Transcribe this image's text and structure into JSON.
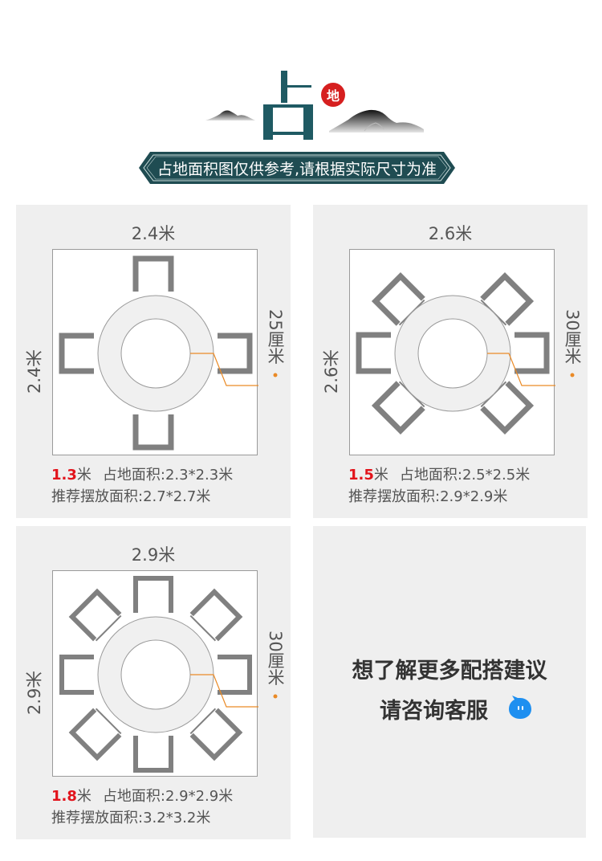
{
  "header": {
    "big_char": "占",
    "seal_char": "地",
    "banner_text": "占地面积图仅供参考,请根据实际尺寸为准",
    "colors": {
      "teal": "#1f5a63",
      "seal_red": "#d61f1f"
    }
  },
  "panels": [
    {
      "width_label": "2.4米",
      "height_label": "2.4米",
      "gap_label": "25厘米",
      "table_size": "1.3",
      "table_unit": "米",
      "footprint_label": "占地面积:2.3*2.3米",
      "recommended_label": "推荐摆放面积:2.7*2.7米",
      "chairs": 4
    },
    {
      "width_label": "2.6米",
      "height_label": "2.6米",
      "gap_label": "30厘米",
      "table_size": "1.5",
      "table_unit": "米",
      "footprint_label": "占地面积:2.5*2.5米",
      "recommended_label": "推荐摆放面积:2.9*2.9米",
      "chairs": 6
    },
    {
      "width_label": "2.9米",
      "height_label": "2.9米",
      "gap_label": "30厘米",
      "table_size": "1.8",
      "table_unit": "米",
      "footprint_label": "占地面积:2.9*2.9米",
      "recommended_label": "推荐摆放面积:3.2*3.2米",
      "chairs": 8
    }
  ],
  "cta": {
    "line1": "想了解更多配搭建议",
    "line2": "请咨询客服",
    "icon": "qq-chat-icon",
    "icon_color": "#1e8ff0"
  },
  "colors": {
    "panel_bg": "#efefef",
    "chair": "#808080",
    "table_ring": "#f0f0f0",
    "leader_line": "#ea8a26",
    "highlight_red": "#e2141c"
  }
}
